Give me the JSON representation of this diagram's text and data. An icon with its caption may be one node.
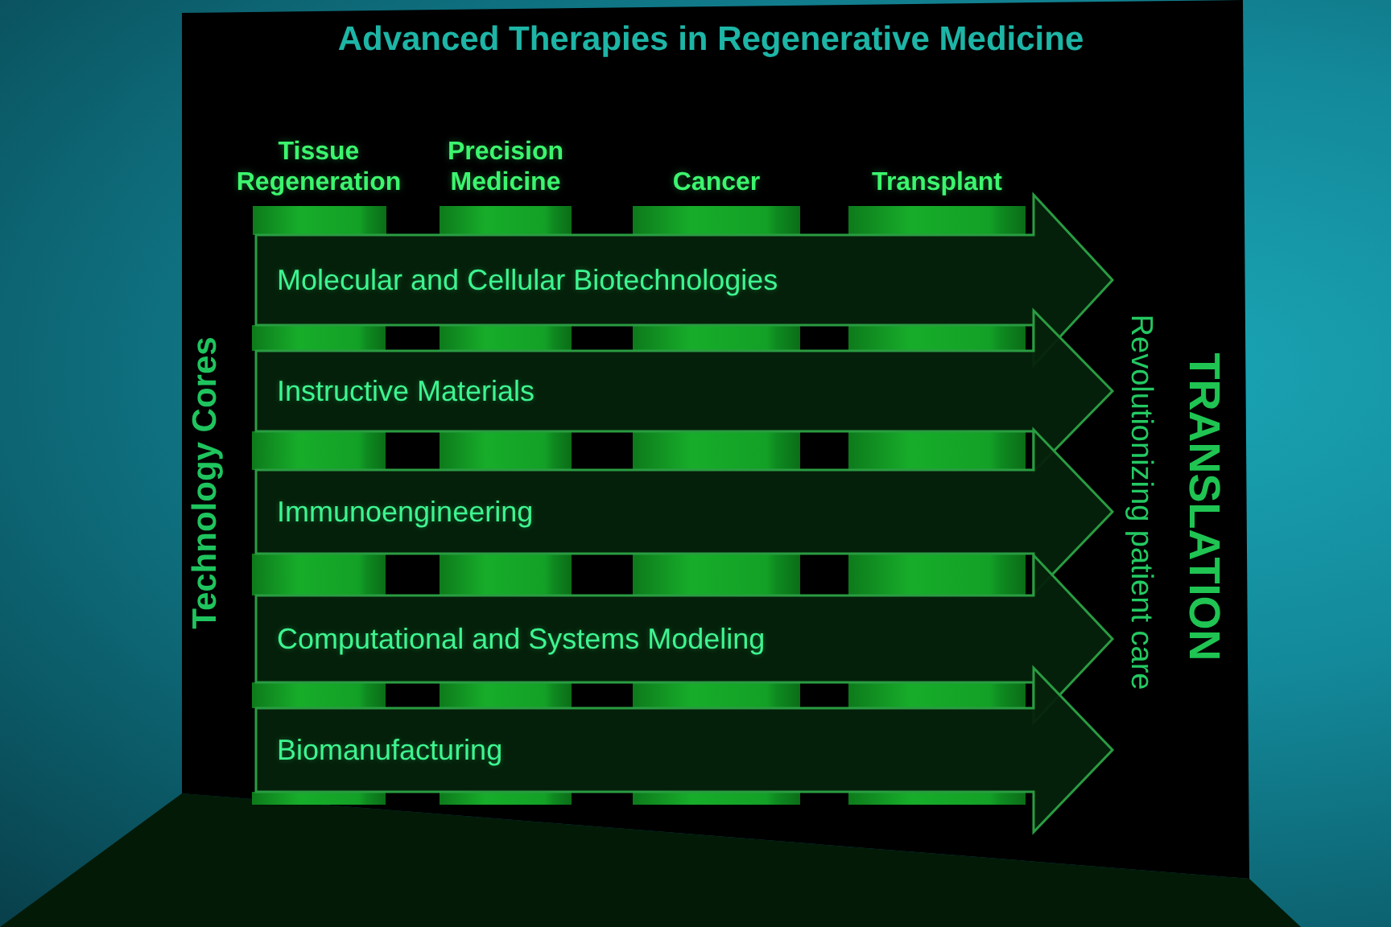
{
  "diagram": {
    "title": "Advanced Therapies in Regenerative Medicine",
    "nodes": [
      {
        "text": [
          "Tissue Regeneration"
        ]
      },
      {
        "text": [
          "Precision Medicine"
        ]
      },
      {
        "text": [
          "Cancer"
        ]
      },
      {
        "text": [
          "Transplant"
        ]
      },
      {
        "text": [
          "Molecular and Cellular Biotechnologies"
        ]
      },
      {
        "text": [
          "Instructive Materials"
        ]
      },
      {
        "text": [
          "Immunoengineering"
        ]
      },
      {
        "text": [
          "Computational and Systems Modeling"
        ]
      },
      {
        "text": [
          "Biomanufacturing"
        ]
      }
    ],
    "labels": [
      "Technology Cores",
      "TRANSLATION",
      "Revolutionizing patient care"
    ]
  }
}
